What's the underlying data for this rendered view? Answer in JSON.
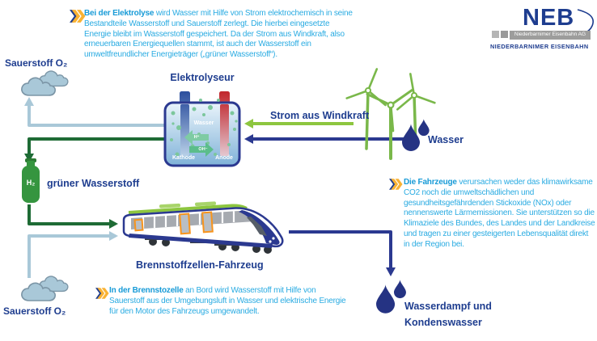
{
  "colors": {
    "brand_navy": "#1e3d8f",
    "body_text_blue": "#29abe2",
    "accent_yellow": "#f9b233",
    "power_green": "#8dc63f",
    "hydrogen_dark_green": "#1e6b35",
    "tank_green": "#35953f",
    "oxygen_pale_blue": "#a9c8d8",
    "water_navy": "#2b3990",
    "anode_red": "#c1272d",
    "door_orange": "#f7941d",
    "logo_gray": "#9d9d9c"
  },
  "icons": {
    "quote": "double-chevron-right",
    "cloud": "cloud",
    "drop": "water-drop",
    "turbine": "wind-turbine",
    "tank": "gas-cylinder",
    "train": "fuel-cell-train"
  },
  "intro": {
    "lead": "Bei der Elektrolyse",
    "text": " wird Wasser mit Hilfe von Strom elektrochemisch in seine Bestandteile Wasserstoff und Sauerstoff zerlegt. Die hierbei eingesetzte Energie bleibt im Wasserstoff gespeichert. Da der Strom aus Windkraft, also erneuerbaren Energiequellen stammt, ist auch der Wasserstoff ein umweltfreundlicher Energieträger („grüner Wasserstoff“)."
  },
  "logo": {
    "name": "NEB",
    "bar_text": "Niederbarnimer Eisenbahn AG",
    "caption": "NIEDERBARNIMER EISENBAHN"
  },
  "oxygen_top": {
    "label": "Sauerstoff O₂"
  },
  "electrolyzer": {
    "title": "Elektrolyseur",
    "water_label": "Wasser",
    "cathode": "Kathode",
    "anode": "Anode",
    "h_ion": "H⁺",
    "oh_ion": "OH⁻"
  },
  "wind": {
    "label": "Strom aus Windkraft"
  },
  "water_in": {
    "label": "Wasser"
  },
  "hydrogen": {
    "tank_label": "H₂",
    "label": "grüner Wasserstoff"
  },
  "train": {
    "label": "Brennstoffzellen-Fahrzeug"
  },
  "fahrzeuge_block": {
    "lead": "Die Fahrzeuge",
    "text": " verursachen weder das klimawirksame CO2 noch die umweltschädlichen und gesundheitsgefährdenden Stickoxide (NOx) oder nennenswerte Lärmemissionen. Sie unterstützen so die Klimaziele des Bundes, des Landes und der Landkreise und tragen zu einer gesteigerten Lebensqualität direkt in der Region bei."
  },
  "brennstoffzelle_block": {
    "lead": "In der Brennstozelle",
    "text": " an Bord wird Wasserstoff mit Hilfe von Sauerstoff aus der Umgebungsluft in Wasser und elektrische Energie für den Motor des Fahrzeugs umgewandelt."
  },
  "oxygen_bottom": {
    "label": "Sauerstoff O₂"
  },
  "water_out": {
    "label_line1": "Wasserdampf und",
    "label_line2": "Kondenswasser"
  }
}
